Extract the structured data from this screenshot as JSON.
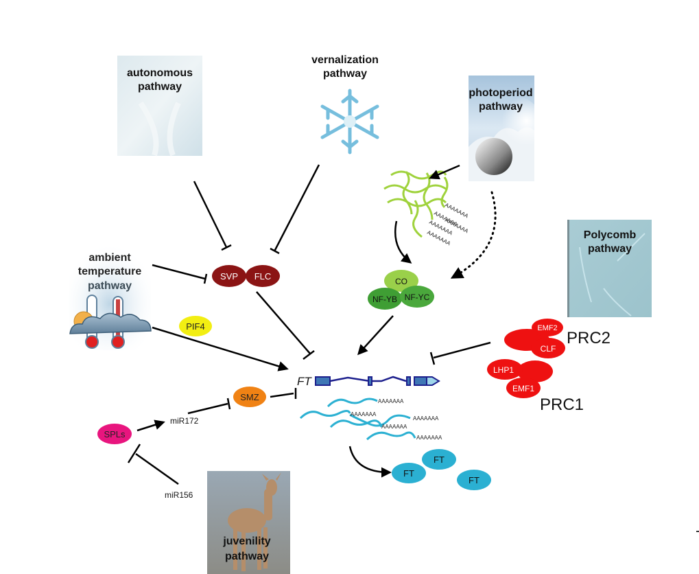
{
  "title": "Flowering time pathways converging on FT",
  "pathways": {
    "autonomous": {
      "line1": "autonomous",
      "line2": "pathway"
    },
    "vernalization": {
      "line1": "vernalization",
      "line2": "pathway"
    },
    "photoperiod": {
      "line1": "photoperiod",
      "line2": "pathway"
    },
    "polycomb": {
      "line1": "Polycomb",
      "line2": "pathway"
    },
    "ambient_temperature": {
      "line1": "ambient",
      "line2": "temperature",
      "line3": "pathway"
    },
    "juvenility": {
      "line1": "juvenility",
      "line2": "pathway"
    }
  },
  "proteins": {
    "svp": "SVP",
    "flc": "FLC",
    "pif4": "PIF4",
    "co": "CO",
    "nf_yb": "NF-YB",
    "nf_yc": "NF-YC",
    "emf2": "EMF2",
    "clf": "CLF",
    "lhp1": "LHP1",
    "emf1": "EMF1",
    "smz": "SMZ",
    "spls": "SPLs",
    "ft_protein": [
      "FT",
      "FT",
      "FT"
    ]
  },
  "complexes": {
    "prc2": "PRC2",
    "prc1": "PRC1"
  },
  "mirnas": {
    "mir172": "miR172",
    "mir156": "miR156"
  },
  "gene": {
    "name": "FT"
  },
  "polya": "AAAAAAA",
  "colors": {
    "svp_flc": "#8b1414",
    "pif4": "#f2ee12",
    "co": "#9ad04a",
    "nf": "#3f9e34",
    "prc": "#ee1111",
    "smz": "#f08214",
    "spls": "#e8157e",
    "ft": "#2bb0d2",
    "mrna": "#2bb0d2",
    "mrna_green": "#9fd23c",
    "gene": "#1b1e8c"
  }
}
